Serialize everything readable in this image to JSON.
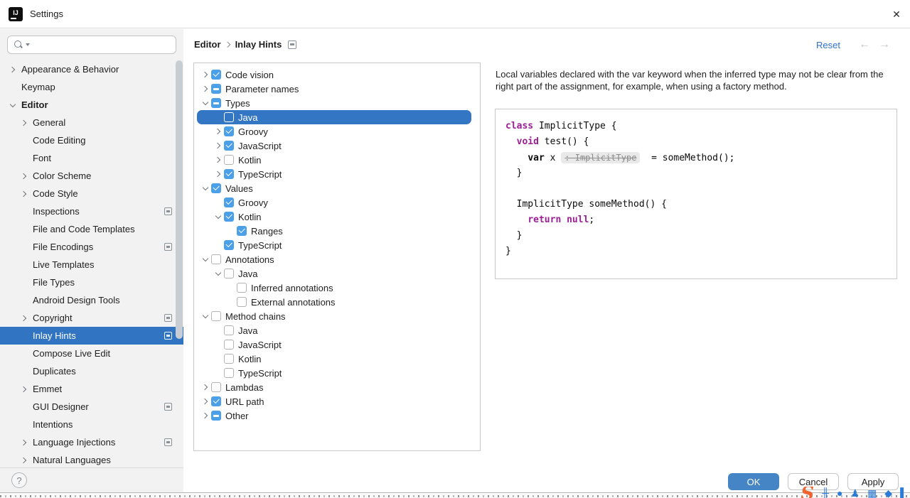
{
  "window": {
    "title": "Settings",
    "close_icon": "✕"
  },
  "search": {
    "placeholder": "",
    "value": ""
  },
  "sidebar": {
    "items": [
      {
        "label": "Appearance & Behavior",
        "chevron": "right",
        "indent": 0
      },
      {
        "label": "Keymap",
        "indent": 0
      },
      {
        "label": "Editor",
        "chevron": "down",
        "indent": 0,
        "bold": true
      },
      {
        "label": "General",
        "chevron": "right",
        "indent": 1
      },
      {
        "label": "Code Editing",
        "indent": 1
      },
      {
        "label": "Font",
        "indent": 1
      },
      {
        "label": "Color Scheme",
        "chevron": "right",
        "indent": 1
      },
      {
        "label": "Code Style",
        "chevron": "right",
        "indent": 1
      },
      {
        "label": "Inspections",
        "indent": 1,
        "badge": true
      },
      {
        "label": "File and Code Templates",
        "indent": 1
      },
      {
        "label": "File Encodings",
        "indent": 1,
        "badge": true
      },
      {
        "label": "Live Templates",
        "indent": 1
      },
      {
        "label": "File Types",
        "indent": 1
      },
      {
        "label": "Android Design Tools",
        "indent": 1
      },
      {
        "label": "Copyright",
        "chevron": "right",
        "indent": 1,
        "badge": true
      },
      {
        "label": "Inlay Hints",
        "indent": 1,
        "badge": true,
        "selected": true
      },
      {
        "label": "Compose Live Edit",
        "indent": 1
      },
      {
        "label": "Duplicates",
        "indent": 1
      },
      {
        "label": "Emmet",
        "chevron": "right",
        "indent": 1
      },
      {
        "label": "GUI Designer",
        "indent": 1,
        "badge": true
      },
      {
        "label": "Intentions",
        "indent": 1
      },
      {
        "label": "Language Injections",
        "chevron": "right",
        "indent": 1,
        "badge": true
      },
      {
        "label": "Natural Languages",
        "chevron": "right",
        "indent": 1
      }
    ]
  },
  "breadcrumb": {
    "parts": [
      "Editor",
      "Inlay Hints"
    ]
  },
  "toolbar": {
    "reset_label": "Reset",
    "back_icon": "←",
    "forward_icon": "→"
  },
  "tree": {
    "items": [
      {
        "label": "Code vision",
        "level": 0,
        "chevron": "right",
        "check": "on"
      },
      {
        "label": "Parameter names",
        "level": 0,
        "chevron": "right",
        "check": "mixed"
      },
      {
        "label": "Types",
        "level": 0,
        "chevron": "down",
        "check": "mixed"
      },
      {
        "label": "Java",
        "level": 1,
        "check": "off",
        "selected": true
      },
      {
        "label": "Groovy",
        "level": 1,
        "chevron": "right",
        "check": "on"
      },
      {
        "label": "JavaScript",
        "level": 1,
        "chevron": "right",
        "check": "on"
      },
      {
        "label": "Kotlin",
        "level": 1,
        "chevron": "right",
        "check": "off"
      },
      {
        "label": "TypeScript",
        "level": 1,
        "chevron": "right",
        "check": "on"
      },
      {
        "label": "Values",
        "level": 0,
        "chevron": "down",
        "check": "on"
      },
      {
        "label": "Groovy",
        "level": 1,
        "check": "on"
      },
      {
        "label": "Kotlin",
        "level": 1,
        "chevron": "down",
        "check": "on"
      },
      {
        "label": "Ranges",
        "level": 2,
        "check": "on"
      },
      {
        "label": "TypeScript",
        "level": 1,
        "check": "on"
      },
      {
        "label": "Annotations",
        "level": 0,
        "chevron": "down",
        "check": "off"
      },
      {
        "label": "Java",
        "level": 1,
        "chevron": "down",
        "check": "off"
      },
      {
        "label": "Inferred annotations",
        "level": 2,
        "check": "off"
      },
      {
        "label": "External annotations",
        "level": 2,
        "check": "off"
      },
      {
        "label": "Method chains",
        "level": 0,
        "chevron": "down",
        "check": "off"
      },
      {
        "label": "Java",
        "level": 1,
        "check": "off"
      },
      {
        "label": "JavaScript",
        "level": 1,
        "check": "off"
      },
      {
        "label": "Kotlin",
        "level": 1,
        "check": "off"
      },
      {
        "label": "TypeScript",
        "level": 1,
        "check": "off"
      },
      {
        "label": "Lambdas",
        "level": 0,
        "chevron": "right",
        "check": "off"
      },
      {
        "label": "URL path",
        "level": 0,
        "chevron": "right",
        "check": "on"
      },
      {
        "label": "Other",
        "level": 0,
        "chevron": "right",
        "check": "mixed"
      }
    ]
  },
  "detail": {
    "description": "Local variables declared with the var keyword when the inferred type may not be clear from the right part of the assignment, for example, when using a factory method.",
    "code_lines": [
      [
        {
          "t": "class",
          "s": "kw"
        },
        {
          "t": " ImplicitType {"
        }
      ],
      [
        {
          "t": "  "
        },
        {
          "t": "void",
          "s": "kw"
        },
        {
          "t": " test() {"
        }
      ],
      [
        {
          "t": "    "
        },
        {
          "t": "var",
          "s": "b"
        },
        {
          "t": " x "
        },
        {
          "t": ": ImplicitType",
          "s": "chip"
        },
        {
          "t": "  = someMethod();"
        }
      ],
      [
        {
          "t": "  }"
        }
      ],
      [],
      [
        {
          "t": "  ImplicitType someMethod() {"
        }
      ],
      [
        {
          "t": "    "
        },
        {
          "t": "return",
          "s": "kw"
        },
        {
          "t": " "
        },
        {
          "t": "null",
          "s": "kw"
        },
        {
          "t": ";"
        }
      ],
      [
        {
          "t": "  }"
        }
      ],
      [
        {
          "t": "}"
        }
      ]
    ]
  },
  "footer": {
    "ok_label": "OK",
    "cancel_label": "Cancel",
    "apply_label": "Apply",
    "help_icon": "?"
  },
  "taskbar_sliver": {
    "logo": "S",
    "glyphs": [
      "╫",
      "●",
      "♟",
      "▦",
      "◆",
      "▌"
    ]
  },
  "colors": {
    "selection_blue": "#3174C1",
    "tree_selection_blue": "#3276C4",
    "checkbox_blue": "#4BA0E8",
    "keyword_purple": "#9C1E95",
    "link_blue": "#2E72C7",
    "primary_button_blue": "#4585C6",
    "sidebar_gray": "#F2F2F2",
    "sogou_orange": "#F0622E",
    "taskbar_icon_blue": "#2B7BD9"
  }
}
